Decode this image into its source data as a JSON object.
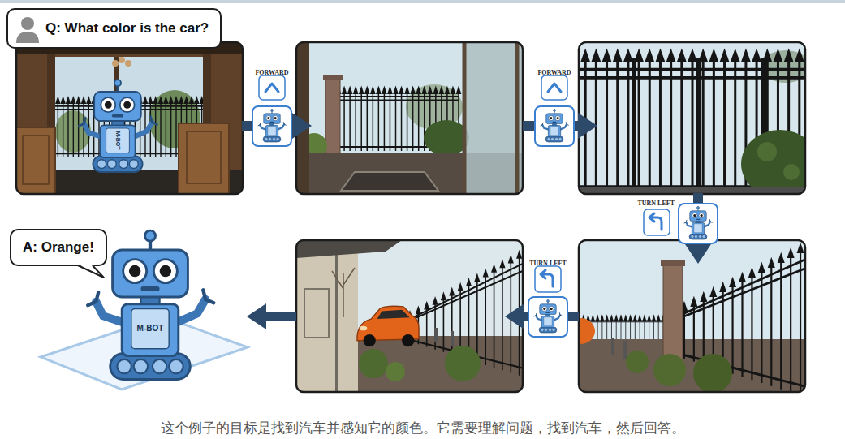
{
  "diagram": {
    "caption": "这个例子的目标是找到汽车并感知它的颜色。它需要理解问题，找到汽车，然后回答。",
    "nodes": [
      {
        "text": [
          "Q: What color is the car?"
        ]
      },
      {
        "text": [
          "FORWARD"
        ]
      },
      {
        "text": [
          "FORWARD"
        ]
      },
      {
        "text": [
          "TURN LEFT"
        ]
      },
      {
        "text": [
          "TURN LEFT"
        ]
      },
      {
        "text": [
          "A: Orange!"
        ]
      }
    ],
    "labels": [
      "M-BOT",
      "M-BOT"
    ]
  }
}
